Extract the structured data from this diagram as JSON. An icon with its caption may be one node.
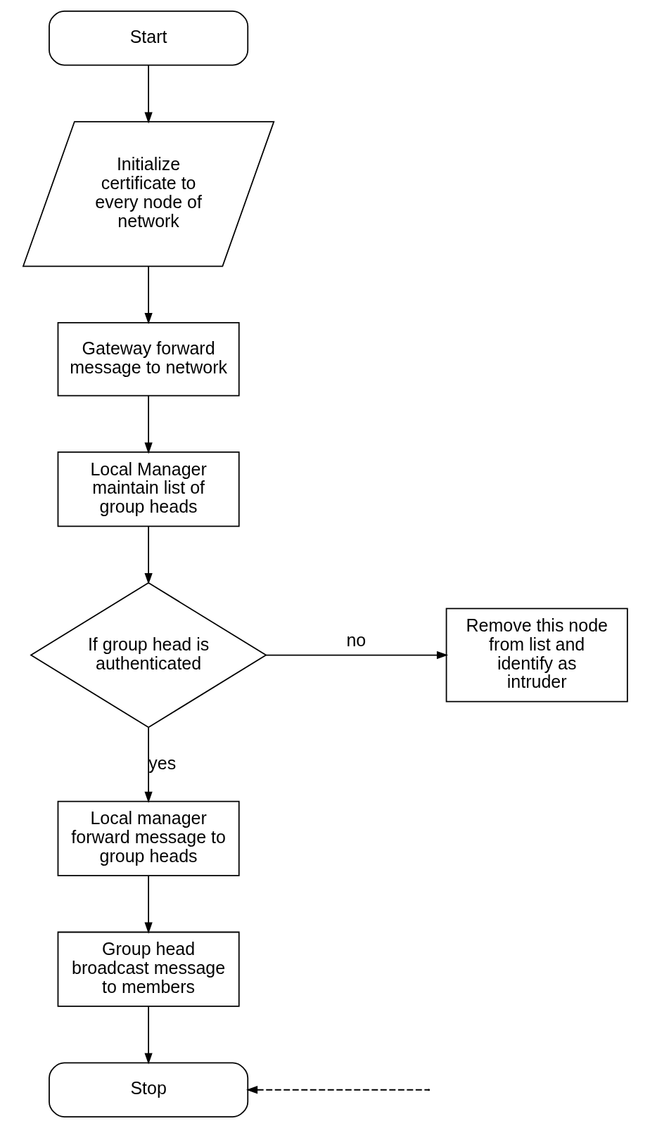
{
  "diagram": {
    "nodes": [
      {
        "text": [
          "Start"
        ]
      },
      {
        "text": [
          "Initialize certificate to every node of network"
        ]
      },
      {
        "text": [
          "Gateway forward message to network"
        ]
      },
      {
        "text": [
          "Local Manager maintain list of group heads"
        ]
      },
      {
        "text": [
          "If group head is authenticated"
        ]
      },
      {
        "text": [
          "Remove this node from list and identify as intruder"
        ]
      },
      {
        "text": [
          "Local manager forward message to group heads"
        ]
      },
      {
        "text": [
          "Group head broadcast message to members"
        ]
      },
      {
        "text": [
          "Stop"
        ]
      }
    ],
    "edges": [
      {
        "from": 0,
        "to": 1,
        "arrow": "to"
      },
      {
        "from": 1,
        "to": 2,
        "arrow": "to"
      },
      {
        "from": 2,
        "to": 3,
        "arrow": "to"
      },
      {
        "from": 3,
        "to": 4,
        "arrow": "to"
      },
      {
        "from": 4,
        "to": 5,
        "arrow": "to",
        "label": "no"
      },
      {
        "from": 4,
        "to": 6,
        "arrow": "to",
        "label": "yes"
      },
      {
        "from": 6,
        "to": 7,
        "arrow": "to"
      },
      {
        "from": 7,
        "to": 8,
        "arrow": "to"
      },
      {
        "from": null,
        "to": 8,
        "arrow": "to",
        "style": "dashed"
      }
    ]
  }
}
